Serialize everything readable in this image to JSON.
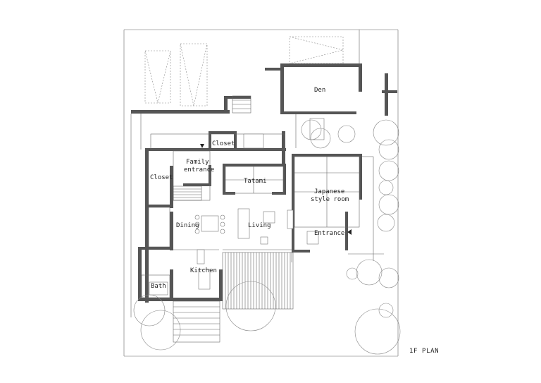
{
  "plan_title": "1F  PLAN",
  "rooms": {
    "den": "Den",
    "closet_upper": "Closet",
    "family_entrance": [
      "Family",
      "entrance"
    ],
    "closet_left": "Closet",
    "tatami": "Tatami",
    "japanese_room": [
      "Japanese",
      "style room"
    ],
    "dining": "Dining",
    "living": "Living",
    "entrance": "Entrance",
    "kitchen": "Kitchen",
    "bath": "Bath"
  }
}
